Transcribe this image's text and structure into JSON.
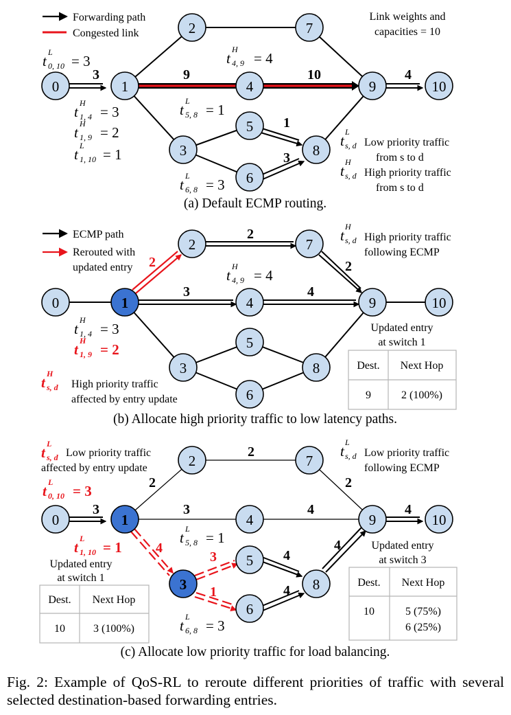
{
  "panel_a": {
    "legend": {
      "forwarding": "Forwarding path",
      "congested": "Congested link"
    },
    "note_line1": "Link weights and",
    "note_line2": "capacities = 10",
    "weights": {
      "w01": "3",
      "w14": "9",
      "w49": "10",
      "w910": "4",
      "w58": "1",
      "w68": "3"
    },
    "labels": {
      "t0_10": {
        "sup": "L",
        "sub": "0, 10",
        "val": "= 3"
      },
      "t1_4": {
        "sup": "H",
        "sub": "1, 4",
        "val": "= 3"
      },
      "t1_9": {
        "sup": "H",
        "sub": "1, 9",
        "val": "= 2"
      },
      "t1_10": {
        "sup": "L",
        "sub": "1, 10",
        "val": "= 1"
      },
      "t4_9": {
        "sup": "H",
        "sub": "4, 9",
        "val": "= 4"
      },
      "t5_8": {
        "sup": "L",
        "sub": "5, 8",
        "val": "= 1"
      },
      "t6_8": {
        "sup": "L",
        "sub": "6, 8",
        "val": "= 3"
      }
    },
    "key_low": {
      "sup": "L",
      "sub": "s, d",
      "line1": "Low priority traffic",
      "line2": "from s to d"
    },
    "key_high": {
      "sup": "H",
      "sub": "s, d",
      "line1": "High priority traffic",
      "line2": "from s to d"
    },
    "caption": "(a) Default ECMP routing."
  },
  "panel_b": {
    "legend": {
      "ecmp": "ECMP path",
      "rerouted1": "Rerouted with",
      "rerouted2": "updated entry"
    },
    "key_high": {
      "sup": "H",
      "sub": "s, d",
      "line1": "High priority traffic",
      "line2": "following ECMP"
    },
    "weights": {
      "w12": "2",
      "w27": "2",
      "w14": "3",
      "w49": "4",
      "w79": "2"
    },
    "labels": {
      "t4_9": {
        "sup": "H",
        "sub": "4, 9",
        "val": "= 4"
      },
      "t1_4": {
        "sup": "H",
        "sub": "1, 4",
        "val": "= 3"
      },
      "t1_9": {
        "sup": "H",
        "sub": "1, 9",
        "val": "= 2"
      }
    },
    "affected": {
      "sup": "H",
      "sub": "s, d",
      "line1": "High priority traffic",
      "line2": "affected by entry update"
    },
    "table_title1": "Updated entry",
    "table_title2": "at switch 1",
    "table": {
      "headers": [
        "Dest.",
        "Next Hop"
      ],
      "rows": [
        [
          "9",
          "2 (100%)"
        ]
      ]
    },
    "caption": "(b) Allocate high priority traffic to low latency paths."
  },
  "panel_c": {
    "affected": {
      "sup": "L",
      "sub": "s, d",
      "line1": "Low priority traffic",
      "line2": "affected by entry update"
    },
    "key_low": {
      "sup": "L",
      "sub": "s, d",
      "line1": "Low priority traffic",
      "line2": "following ECMP"
    },
    "weights": {
      "w27": "2",
      "w12": "2",
      "w79": "2",
      "w01": "3",
      "w14": "3",
      "w49": "4",
      "w910": "4",
      "w13": "4",
      "w35": "3",
      "w36": "1",
      "w58": "4",
      "w68": "4",
      "w89": "4"
    },
    "labels": {
      "t0_10": {
        "sup": "L",
        "sub": "0, 10",
        "val": "= 3"
      },
      "t1_10": {
        "sup": "L",
        "sub": "1, 10",
        "val": "= 1"
      },
      "t5_8": {
        "sup": "L",
        "sub": "5, 8",
        "val": "= 1"
      },
      "t6_8": {
        "sup": "L",
        "sub": "6, 8",
        "val": "= 3"
      }
    },
    "table1_title1": "Updated entry",
    "table1_title2": "at switch 1",
    "table1": {
      "headers": [
        "Dest.",
        "Next Hop"
      ],
      "rows": [
        [
          "10",
          "3 (100%)"
        ]
      ]
    },
    "table3_title1": "Updated entry",
    "table3_title2": "at switch 3",
    "table3": {
      "headers": [
        "Dest.",
        "Next Hop"
      ],
      "rows": [
        [
          "10",
          "5 (75%)",
          "6 (25%)"
        ]
      ]
    },
    "caption": "(c) Allocate low priority traffic for load balancing."
  },
  "figure_caption": "Fig. 2: Example of QoS-RL to reroute different priorities of traffic with several selected destination-based forwarding entries.",
  "nodes": [
    "0",
    "1",
    "2",
    "3",
    "4",
    "5",
    "6",
    "7",
    "8",
    "9",
    "10"
  ],
  "colors": {
    "node_fill": "#c9dcf0",
    "node_selected": "#3b73d1",
    "red": "#e8141b",
    "table_border": "#b5b5b5"
  }
}
